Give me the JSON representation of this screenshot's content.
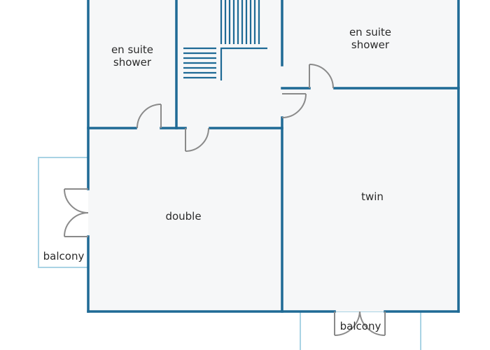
{
  "colors": {
    "wall": "#1f6a95",
    "room_fill": "#f6f7f8",
    "balcony_outline": "#a9d3e4",
    "door": "#8a8a8a",
    "background": "#ffffff",
    "text": "#2b2b2b"
  },
  "rooms": {
    "ensuite_left": {
      "line1": "en suite",
      "line2": "shower"
    },
    "ensuite_right": {
      "line1": "en suite",
      "line2": "shower"
    },
    "double": {
      "label": "double"
    },
    "twin": {
      "label": "twin"
    },
    "balcony_left": {
      "label": "balcony"
    },
    "balcony_bottom": {
      "label": "balcony"
    }
  }
}
